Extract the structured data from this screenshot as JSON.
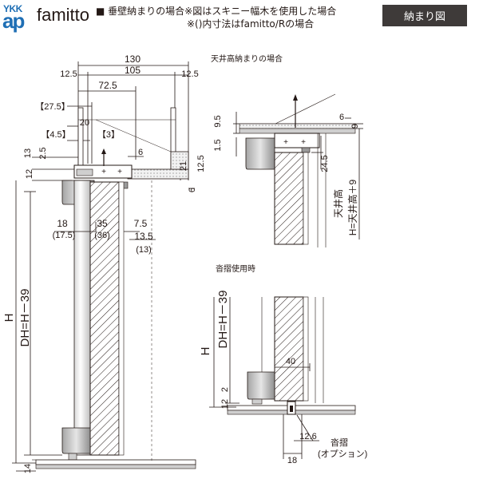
{
  "header": {
    "logo_top": "YKK",
    "logo_bottom": "ap",
    "brand": "famitto",
    "note_line1": "■ 垂壁納まりの場合※図はスキニー幅木を使用した場合",
    "note_line2": "※()内寸法はfamitto/Rの場合",
    "badge": "納まり図"
  },
  "main": {
    "dims": {
      "d130": "130",
      "d125a": "12.5",
      "d105": "105",
      "d125b": "12.5",
      "d725": "72.5",
      "d275": "【27.5】",
      "d20": "20",
      "d45": "【4.5】",
      "d3": "【3】",
      "d13": "13",
      "d25": "2.5",
      "d6a": "6",
      "d21": "21",
      "d125c": "12.5",
      "d12": "12",
      "d6b": "6",
      "d18": "18",
      "d175": "(17.5)",
      "d35": "35",
      "d36": "(36)",
      "d75": "7.5",
      "d135": "13.5",
      "d13p": "(13)",
      "H": "H",
      "DH": "DH=H－39",
      "d14": "14"
    }
  },
  "ceiling": {
    "title": "天井高納まりの場合",
    "dims": {
      "d95": "9.5",
      "d6": "6",
      "d9": "9",
      "d15": "1.5",
      "d245": "24.5",
      "ceiling_h": "天井高",
      "h_formula": "H=天井高＋9"
    }
  },
  "sash": {
    "title": "沓摺使用時",
    "dims": {
      "H": "H",
      "DH": "DH=H－39",
      "d40": "40",
      "d2": "2",
      "d12": "12",
      "d126": "12.6",
      "d18": "18"
    },
    "label": "沓摺",
    "label_sub": "(オプション)"
  }
}
